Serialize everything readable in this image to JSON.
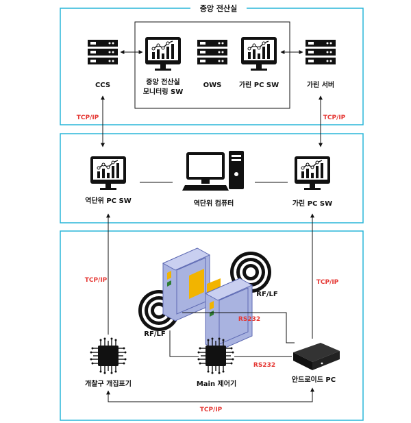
{
  "central_room": {
    "title": "중앙 전산실"
  },
  "nodes": {
    "ccs": "CCS",
    "central_monitor_1": "중앙 전산실",
    "central_monitor_2": "모니터링 SW",
    "ows": "OWS",
    "gate_pc_sw_top": "가린 PC SW",
    "gate_server": "가린 서버",
    "station_pc_sw": "역단위 PC SW",
    "station_computer": "역단위 컴퓨터",
    "gate_pc_sw_mid": "가린 PC SW",
    "gate_counter": "개찰구 개집표기",
    "main_controller": "Main 제어기",
    "android_pc": "안드로이드 PC"
  },
  "links": {
    "tcp_ip": "TCP/IP",
    "rs232": "RS232",
    "rflf": "RF/LF"
  },
  "colors": {
    "frame": "#29b6d8",
    "protocol": "#e53935",
    "icon": "#111111",
    "gate": "#a9b3e0",
    "flap": "#f2b400"
  }
}
